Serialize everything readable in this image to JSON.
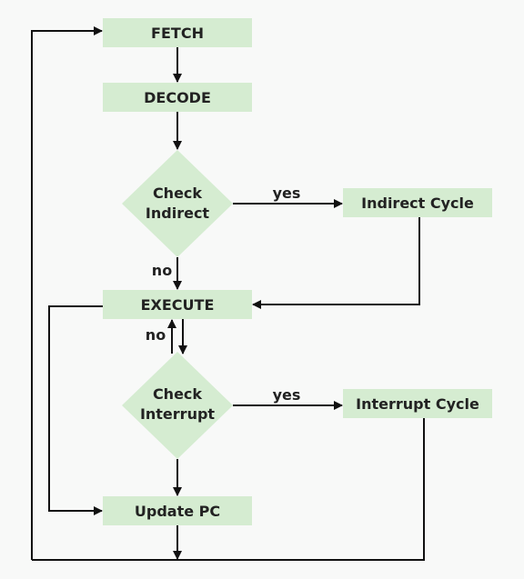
{
  "colors": {
    "background": "#f8f9f8",
    "node_fill": "#d5ecd1",
    "line": "#111111",
    "text": "#222222"
  },
  "nodes": {
    "fetch": "FETCH",
    "decode": "DECODE",
    "check_indirect_line1": "Check",
    "check_indirect_line2": "Indirect",
    "indirect_cycle": "Indirect Cycle",
    "execute": "EXECUTE",
    "check_interrupt_line1": "Check",
    "check_interrupt_line2": "Interrupt",
    "interrupt_cycle": "Interrupt Cycle",
    "update_pc": "Update PC"
  },
  "edge_labels": {
    "indirect_yes": "yes",
    "indirect_no": "no",
    "interrupt_yes": "yes",
    "interrupt_no": "no"
  }
}
